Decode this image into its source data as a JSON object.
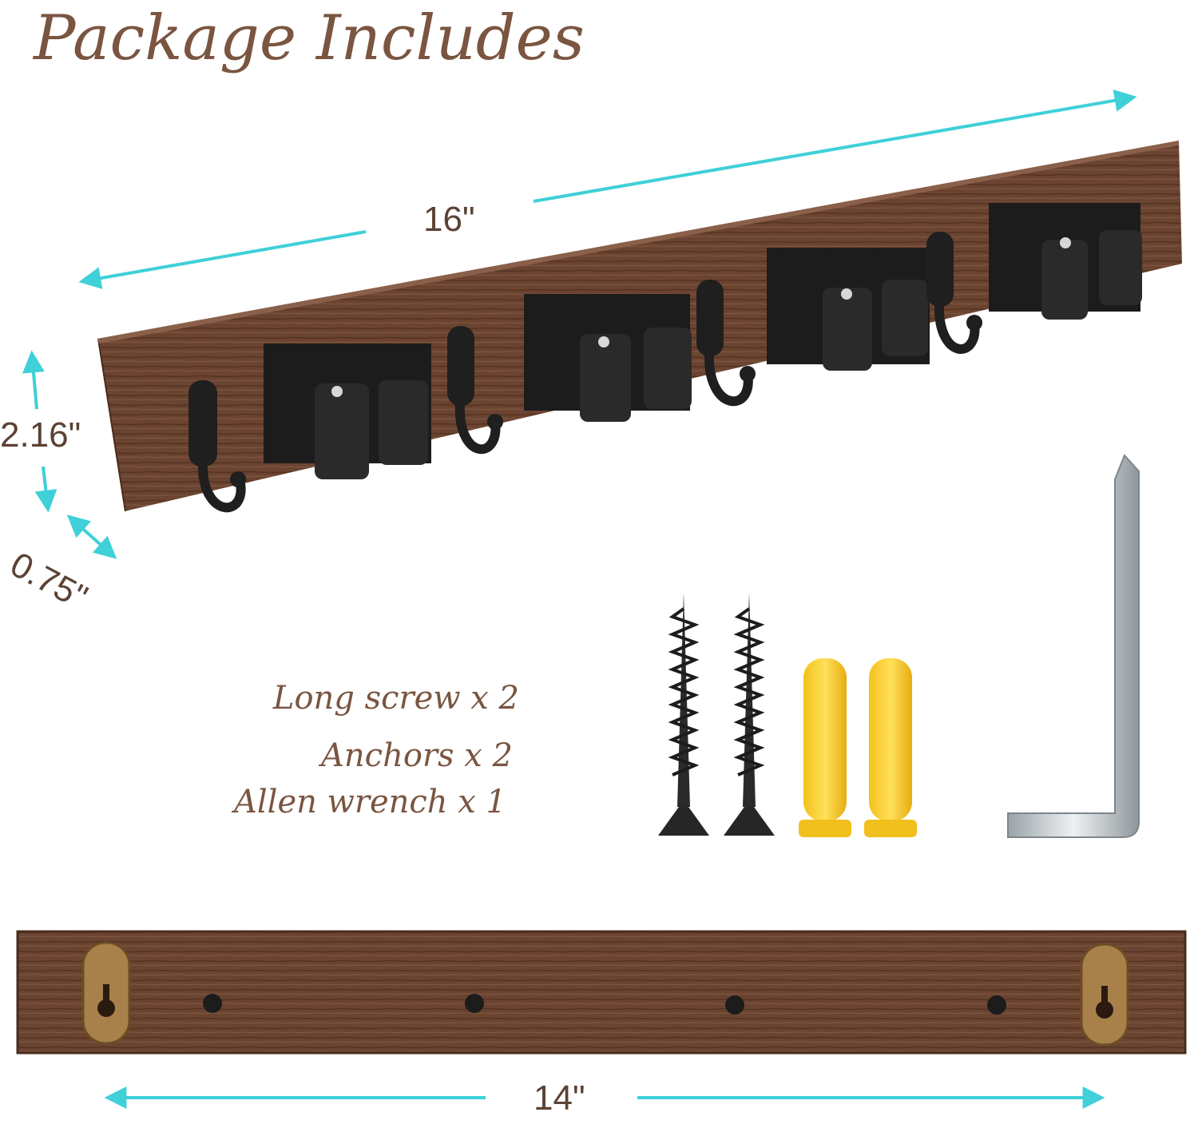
{
  "title": "Package Includes",
  "dimensions": {
    "length_top": "16\"",
    "height": "2.16\"",
    "depth": "0.75\"",
    "length_bottom": "14\""
  },
  "items": [
    {
      "label": "Long screw x 2"
    },
    {
      "label": "Anchors x 2"
    },
    {
      "label": "Allen wrench x 1"
    }
  ],
  "colors": {
    "accent_arrow": "#3fd0d8",
    "title_brown": "#7a5540",
    "wood": "#6a4430"
  },
  "icons": [
    "wood-rack-front",
    "mop-holder-clip",
    "robe-hook",
    "screw",
    "wall-anchor",
    "allen-wrench",
    "keyhole-bracket"
  ]
}
